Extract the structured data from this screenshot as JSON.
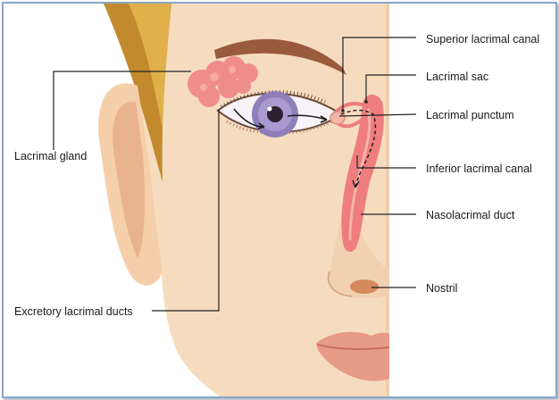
{
  "labels": {
    "superior_lacrimal_canal": "Superior lacrimal canal",
    "lacrimal_sac": "Lacrimal sac",
    "lacrimal_punctum": "Lacrimal punctum",
    "inferior_lacrimal_canal": "Inferior lacrimal canal",
    "nasolacrimal_duct": "Nasolacrimal duct",
    "nostril": "Nostril",
    "lacrimal_gland": "Lacrimal gland",
    "excretory_lacrimal_ducts": "Excretory lacrimal ducts"
  },
  "colors": {
    "skin": "#f6dcbf",
    "skin_shadow": "#e9bf9b",
    "hair": "#c28a2c",
    "eyebrow": "#9a5a3e",
    "iris": "#8f7fb8",
    "pupil": "#2a2230",
    "gland": "#ef8c8c",
    "duct": "#ef7d7d",
    "lips": "#e79a86",
    "leader_line": "#222222",
    "frame_border": "#8aa7c9"
  }
}
